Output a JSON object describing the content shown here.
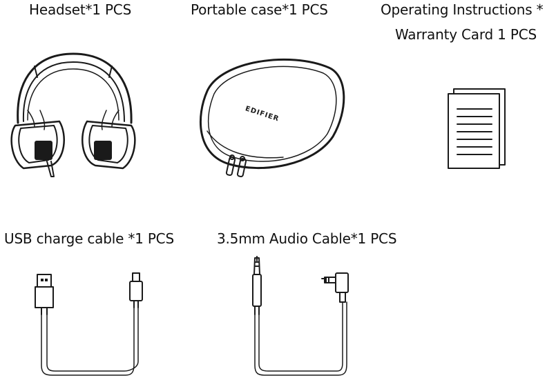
{
  "items": {
    "headset": {
      "label": "Headset*1 PCS",
      "icon": "headset-icon"
    },
    "case": {
      "label": "Portable case*1 PCS",
      "icon": "portable-case-icon",
      "brand_text": "EDIFIER"
    },
    "manual": {
      "label_line1": "Operating Instructions *",
      "label_line2": "Warranty Card 1 PCS",
      "icon": "document-icon"
    },
    "usb_cable": {
      "label": "USB charge cable *1 PCS",
      "icon": "usb-cable-icon"
    },
    "audio_cable": {
      "label": "3.5mm Audio Cable*1 PCS",
      "icon": "audio-cable-icon"
    }
  },
  "colors": {
    "line": "#1a1a1a",
    "background": "#ffffff"
  }
}
